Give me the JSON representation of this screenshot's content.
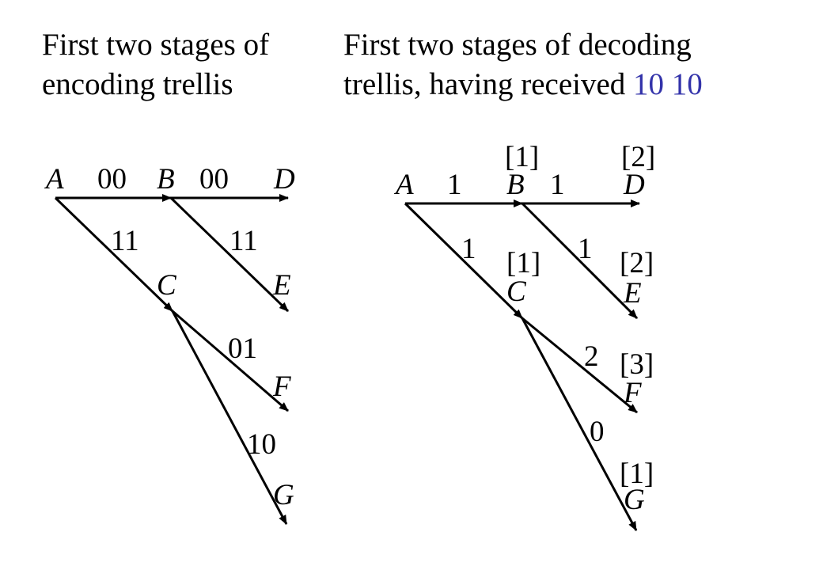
{
  "titles": {
    "encoding_line1": "First two stages of",
    "encoding_line2": "encoding trellis",
    "decoding_line1": "First two stages of decoding",
    "decoding_line2_prefix": "trellis, having received ",
    "decoding_received": "10 10"
  },
  "encoding": {
    "nodes": {
      "A": "A",
      "B": "B",
      "C": "C",
      "D": "D",
      "E": "E",
      "F": "F",
      "G": "G"
    },
    "edges": {
      "AB": "00",
      "BD": "00",
      "AC": "11",
      "BE": "11",
      "CF": "01",
      "CG": "10"
    }
  },
  "decoding": {
    "nodes": {
      "A": "A",
      "B": "B",
      "C": "C",
      "D": "D",
      "E": "E",
      "F": "F",
      "G": "G"
    },
    "edges": {
      "AB": "1",
      "BD": "1",
      "AC": "1",
      "BE": "1",
      "CF": "2",
      "CG": "0"
    },
    "metrics": {
      "B": "[1]",
      "C": "[1]",
      "D": "[2]",
      "E": "[2]",
      "F": "[3]",
      "G": "[1]"
    }
  },
  "colors": {
    "received_text": "#3333aa",
    "line": "#000000"
  }
}
